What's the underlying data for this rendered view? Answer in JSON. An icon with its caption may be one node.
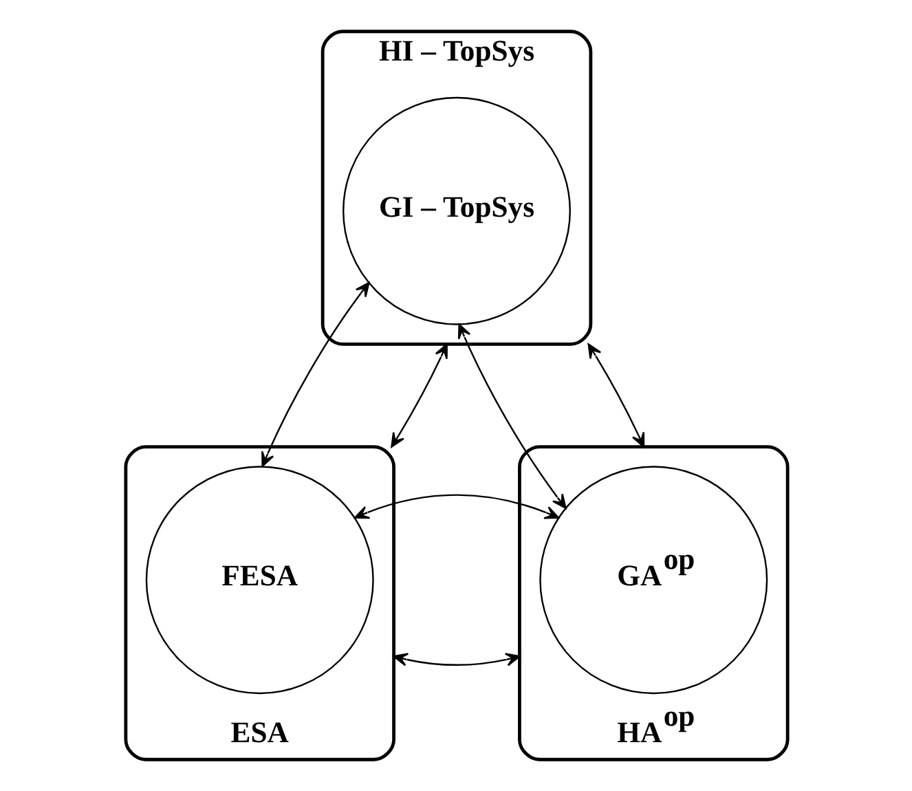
{
  "diagram": {
    "nodes": [
      {
        "text": [
          "HI – TopSys"
        ]
      },
      {
        "text": [
          "GI – TopSys"
        ],
        "in": 0
      },
      {
        "text": [
          "ESA"
        ]
      },
      {
        "text": [
          "FESA"
        ],
        "in": 2
      },
      {
        "text": [
          "HA$^{op}$"
        ]
      },
      {
        "text": [
          "GA$^{op}$"
        ],
        "in": 4
      }
    ],
    "edges": [
      {
        "from": 1,
        "to": 3,
        "arrow": "both"
      },
      {
        "from": 1,
        "to": 5,
        "arrow": "both"
      },
      {
        "from": 0,
        "to": 2,
        "arrow": "both"
      },
      {
        "from": 0,
        "to": 4,
        "arrow": "both"
      },
      {
        "from": 2,
        "to": 4,
        "arrow": "both"
      },
      {
        "from": 3,
        "to": 5,
        "arrow": "both"
      }
    ]
  }
}
